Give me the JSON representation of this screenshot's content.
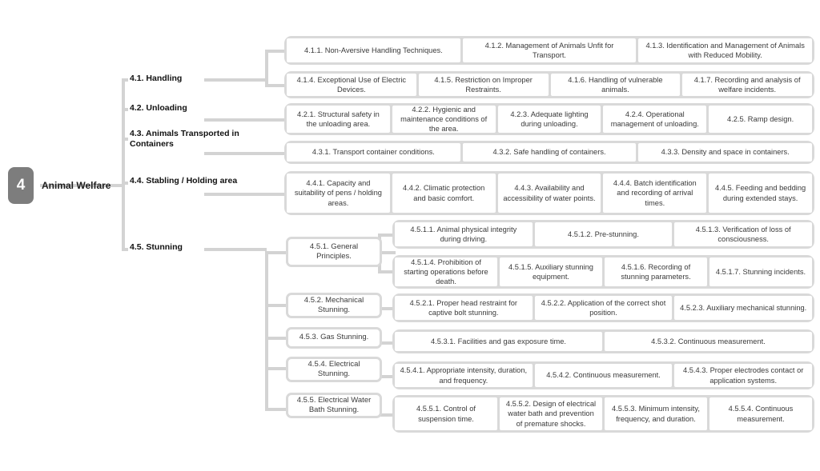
{
  "diagram": {
    "type": "hierarchical-tree",
    "root": {
      "number": "4",
      "label": "Animal Welfare"
    },
    "accent_color": "#7d7d7d",
    "connector_color": "#d3d3d3",
    "box_fill": "#ffffff",
    "group_fill": "#d9d9d9",
    "branches": [
      {
        "id": "4.1",
        "label": "4.1. Handling",
        "rows": [
          {
            "leaves": [
              "4.1.1. Non-Aversive Handling Techniques.",
              "4.1.2. Management of Animals Unfit for Transport.",
              "4.1.3. Identification and Management of Animals with Reduced Mobility."
            ]
          },
          {
            "leaves": [
              "4.1.4. Exceptional Use of Electric Devices.",
              "4.1.5. Restriction on Improper Restraints.",
              "4.1.6. Handling of vulnerable animals.",
              "4.1.7. Recording and analysis of welfare incidents."
            ]
          }
        ]
      },
      {
        "id": "4.2",
        "label": "4.2. Unloading",
        "rows": [
          {
            "leaves": [
              "4.2.1. Structural safety in the unloading area.",
              "4.2.2. Hygienic and maintenance conditions of the area.",
              "4.2.3. Adequate lighting during unloading.",
              "4.2.4. Operational management of unloading.",
              "4.2.5. Ramp design."
            ]
          }
        ]
      },
      {
        "id": "4.3",
        "label": "4.3. Animals Transported in Containers",
        "rows": [
          {
            "leaves": [
              "4.3.1. Transport container conditions.",
              "4.3.2. Safe handling of containers.",
              "4.3.3. Density and space in containers."
            ]
          }
        ]
      },
      {
        "id": "4.4",
        "label": "4.4. Stabling / Holding area",
        "rows": [
          {
            "leaves": [
              "4.4.1. Capacity and suitability of pens / holding areas.",
              "4.4.2. Climatic protection and basic comfort.",
              "4.4.3. Availability and accessibility of water points.",
              "4.4.4. Batch identification and recording of arrival times.",
              "4.4.5. Feeding and bedding during extended stays."
            ]
          }
        ]
      },
      {
        "id": "4.5",
        "label": "4.5. Stunning",
        "children": [
          {
            "id": "4.5.1",
            "label": "4.5.1. General Principles.",
            "rows": [
              {
                "leaves": [
                  "4.5.1.1. Animal physical integrity during driving.",
                  "4.5.1.2. Pre-stunning.",
                  "4.5.1.3. Verification of loss of consciousness."
                ]
              },
              {
                "leaves": [
                  "4.5.1.4. Prohibition of starting operations before death.",
                  "4.5.1.5. Auxiliary stunning equipment.",
                  "4.5.1.6. Recording of stunning parameters.",
                  "4.5.1.7. Stunning incidents."
                ]
              }
            ]
          },
          {
            "id": "4.5.2",
            "label": "4.5.2. Mechanical Stunning.",
            "rows": [
              {
                "leaves": [
                  "4.5.2.1. Proper head restraint for captive bolt stunning.",
                  "4.5.2.2. Application of the correct shot position.",
                  "4.5.2.3. Auxiliary mechanical stunning."
                ]
              }
            ]
          },
          {
            "id": "4.5.3",
            "label": "4.5.3. Gas Stunning.",
            "rows": [
              {
                "leaves": [
                  "4.5.3.1. Facilities and gas exposure time.",
                  "4.5.3.2. Continuous measurement."
                ]
              }
            ]
          },
          {
            "id": "4.5.4",
            "label": "4.5.4. Electrical Stunning.",
            "rows": [
              {
                "leaves": [
                  "4.5.4.1. Appropriate intensity, duration, and frequency.",
                  "4.5.4.2. Continuous measurement.",
                  "4.5.4.3. Proper electrodes contact or application systems."
                ]
              }
            ]
          },
          {
            "id": "4.5.5",
            "label": "4.5.5. Electrical Water Bath Stunning.",
            "rows": [
              {
                "leaves": [
                  "4.5.5.1. Control of suspension time.",
                  "4.5.5.2. Design of electrical water bath and prevention of premature shocks.",
                  "4.5.5.3. Minimum intensity, frequency, and duration.",
                  "4.5.5.4. Continuous measurement."
                ]
              }
            ]
          }
        ]
      }
    ]
  }
}
